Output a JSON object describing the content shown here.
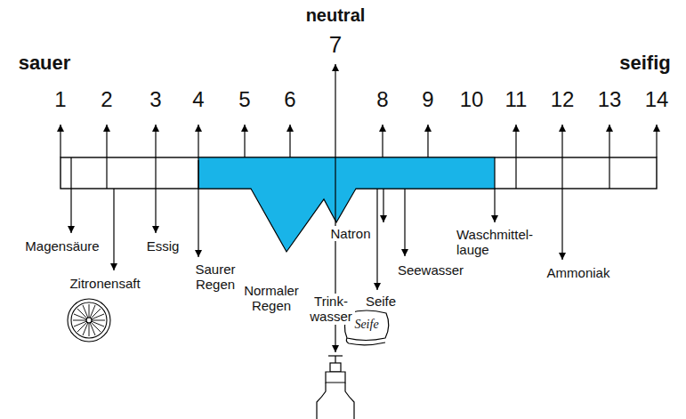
{
  "diagram": {
    "labels": [
      "neutral",
      "sauer",
      "seifig",
      "1",
      "2",
      "3",
      "4",
      "5",
      "6",
      "7",
      "8",
      "9",
      "10",
      "11",
      "12",
      "13",
      "14",
      "Magensäure",
      "Zitronensaft",
      "Essig",
      "Saurer Regen",
      "Normaler Regen",
      "Trink- wasser",
      "Natron",
      "Seife",
      "Seewasser",
      "Waschmittel- lauge",
      "Ammoniak",
      "Seife"
    ]
  }
}
